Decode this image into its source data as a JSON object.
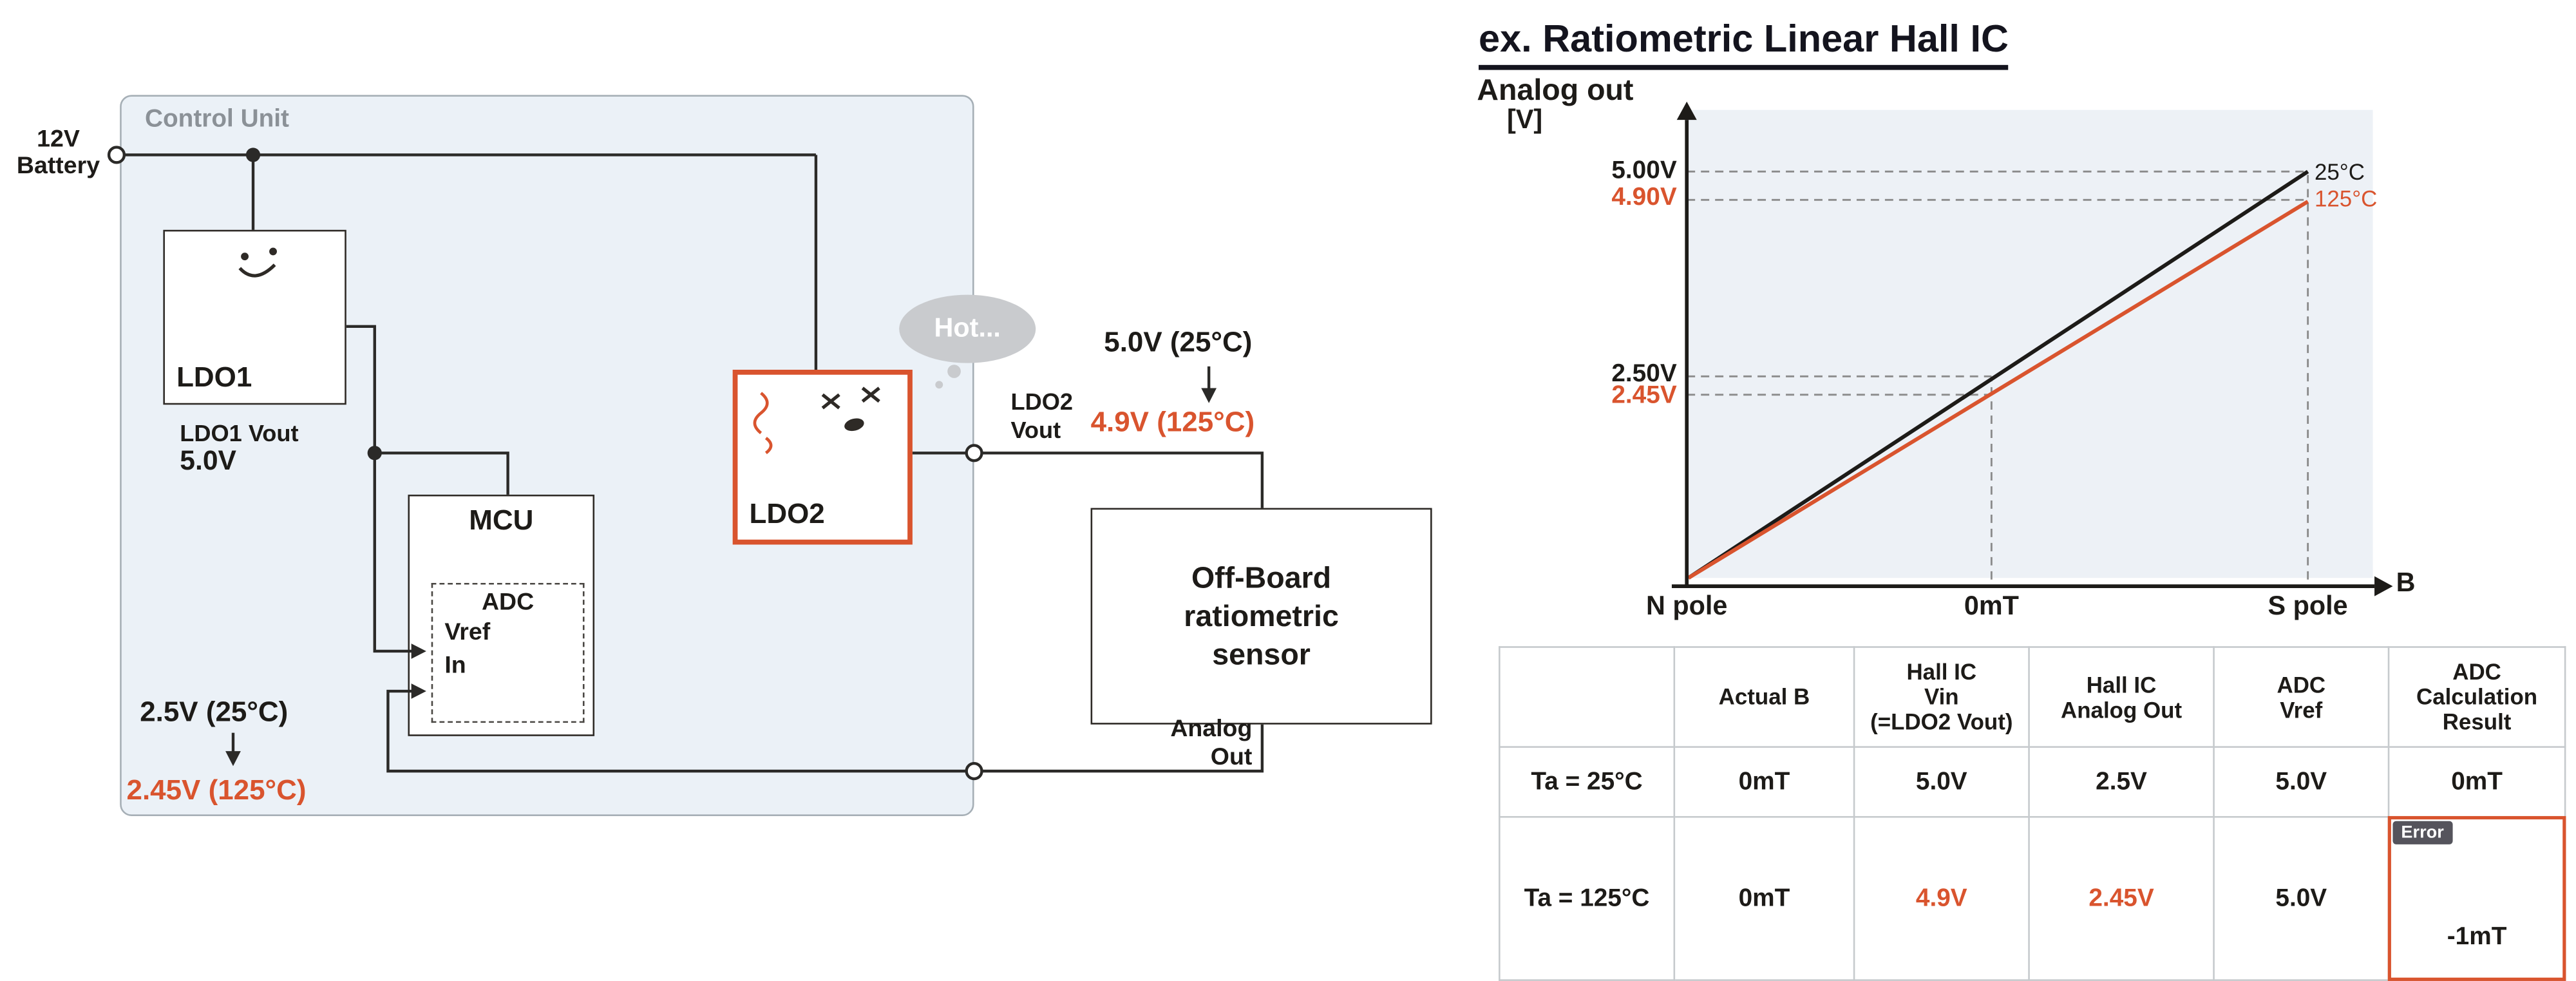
{
  "colors": {
    "accent": "#d9542e"
  },
  "diagram": {
    "battery_label": "12V\nBattery",
    "control_unit_label": "Control Unit",
    "ldo1": {
      "label": "LDO1",
      "vout_label": "LDO1 Vout",
      "vout_value": "5.0V"
    },
    "mcu": {
      "label": "MCU",
      "adc_label": "ADC",
      "vref_label": "Vref",
      "in_label": "In"
    },
    "ldo2": {
      "label": "LDO2",
      "thought_bubble": "Hot...",
      "vout_label": "LDO2\nVout",
      "vout_at_25c": "5.0V (25°C)",
      "vout_at_125c": "4.9V (125°C)"
    },
    "sensor_label": "Off-Board\nratiometric\nsensor",
    "analog_out_label": "Analog\nOut",
    "adc_input_at_25c": "2.5V (25°C)",
    "adc_input_at_125c": "2.45V (125°C)"
  },
  "hall_chart": {
    "title": "ex. Ratiometric Linear Hall IC",
    "y_axis_title": "Analog out",
    "y_axis_unit": "[V]",
    "x_axis_symbol": "B",
    "y_tick_5_00": "5.00V",
    "y_tick_4_90": "4.90V",
    "y_tick_2_50": "2.50V",
    "y_tick_2_45": "2.45V",
    "x_tick_n": "N pole",
    "x_tick_zero": "0mT",
    "x_tick_s": "S pole",
    "series_25c_label": "25°C",
    "series_125c_label": "125°C"
  },
  "table": {
    "headers": [
      "",
      "Actual B",
      "Hall IC\nVin\n(=LDO2 Vout)",
      "Hall IC\nAnalog Out",
      "ADC\nVref",
      "ADC\nCalculation\nResult"
    ],
    "rows": [
      {
        "label": "Ta = 25°C",
        "actual_b": "0mT",
        "hall_vin": "5.0V",
        "hall_analog_out": "2.5V",
        "adc_vref": "5.0V",
        "adc_result": "0mT"
      },
      {
        "label": "Ta = 125°C",
        "actual_b": "0mT",
        "hall_vin": "4.9V",
        "hall_analog_out": "2.45V",
        "adc_vref": "5.0V",
        "adc_result": "-1mT",
        "error_badge": "Error"
      }
    ]
  },
  "chart_data": {
    "type": "line",
    "title": "ex. Ratiometric Linear Hall IC",
    "xlabel": "B",
    "ylabel": "Analog out [V]",
    "x_categories": [
      "N pole",
      "0mT",
      "S pole"
    ],
    "ylim": [
      0,
      5
    ],
    "y_tick_labels": [
      "5.00V",
      "4.90V",
      "2.50V",
      "2.45V"
    ],
    "grid": "dashed guides at 0mT and S pole verticals and at 5.00V, 4.90V, 2.50V, 2.45V horizontals",
    "legend_position": "labels at right ends of lines",
    "series": [
      {
        "name": "25°C",
        "color": "#1d1b18",
        "points": [
          {
            "x": "N pole",
            "y": 0
          },
          {
            "x": "0mT",
            "y": 2.5
          },
          {
            "x": "S pole",
            "y": 5.0
          }
        ]
      },
      {
        "name": "125°C",
        "color": "#d9542e",
        "points": [
          {
            "x": "N pole",
            "y": 0
          },
          {
            "x": "0mT",
            "y": 2.45
          },
          {
            "x": "S pole",
            "y": 4.9
          }
        ]
      }
    ]
  }
}
